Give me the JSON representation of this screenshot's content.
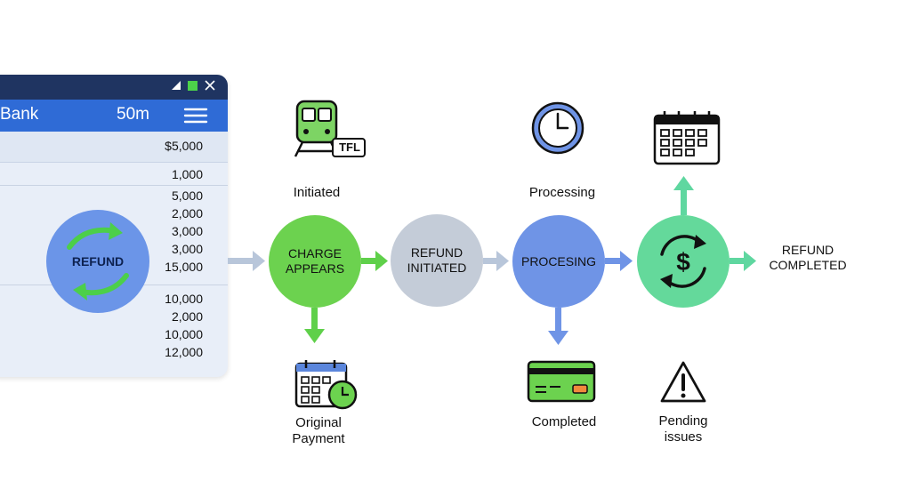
{
  "bank_panel": {
    "title": "Bank",
    "time": "50m",
    "balance": "$5,000",
    "transactions_group1": [
      "1,000"
    ],
    "transactions_group2": [
      "5,000",
      "2,000",
      "3,000",
      "3,000",
      "15,000"
    ],
    "transactions_group3": [
      "10,000",
      "2,000",
      "10,000",
      "12,000"
    ],
    "refund_label": "REFUND"
  },
  "flow": {
    "charge": {
      "line1": "CHARGE",
      "line2": "APPEARS",
      "color": "#6cd24f"
    },
    "refund_initiated": {
      "line1": "REFUND",
      "line2": "INITIATED",
      "color": "#c4ccd8"
    },
    "processing": {
      "label": "PROCESING",
      "color": "#6f94e6"
    },
    "completed_node": {
      "color": "#64d99b"
    },
    "end_label": {
      "line1": "REFUND",
      "line2": "COMPLETED"
    }
  },
  "captions": {
    "initiated": "Initiated",
    "processing": "Processing",
    "original_payment": {
      "line1": "Original",
      "line2": "Payment"
    },
    "completed": "Completed",
    "pending": {
      "line1": "Pending",
      "line2": "issues"
    },
    "tfl": "TFL"
  },
  "icons": [
    "train-icon",
    "clock-icon",
    "calendar-icon",
    "calendar-clock-icon",
    "credit-card-icon",
    "warning-icon",
    "refresh-dollar-icon",
    "refresh-icon"
  ],
  "colors": {
    "arrow_gray": "#b8c6da",
    "arrow_green": "#5fd04a",
    "arrow_blue": "#6f94e6",
    "arrow_teal": "#5fd7a0",
    "header_dark": "#1f3461",
    "header_blue": "#2f6bd6"
  }
}
